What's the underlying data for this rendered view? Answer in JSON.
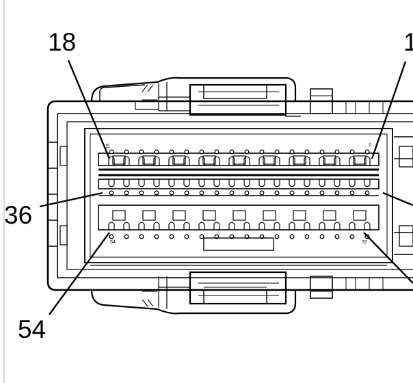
{
  "callouts": {
    "top_left": "18",
    "top_right": "1",
    "left_mid": "36",
    "bottom_left": "54"
  },
  "pin_marks": {
    "row1_left": "18",
    "row1_right": "1",
    "row3_left": "54",
    "row3_right": "37"
  },
  "colors": {
    "line": "#000000",
    "background": "#ffffff"
  }
}
